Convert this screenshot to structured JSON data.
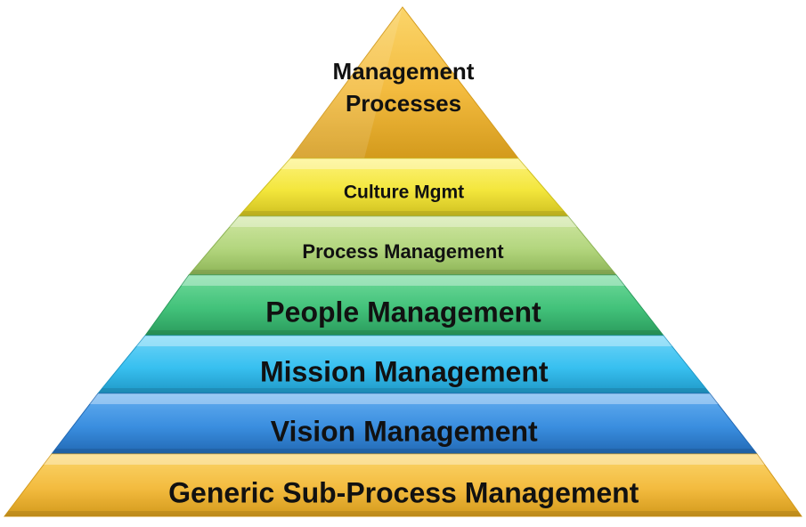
{
  "layers": [
    {
      "label_lines": [
        "Management",
        "Processes"
      ],
      "color_light": "#fbd56a",
      "color_main": "#f3bb3f",
      "color_dark": "#d39a1c"
    },
    {
      "label_lines": [
        "Culture Mgmt"
      ],
      "color_light": "#fdf27a",
      "color_main": "#f3e63c",
      "color_dark": "#cfc020"
    },
    {
      "label_lines": [
        "Process Management"
      ],
      "color_light": "#cfe6a2",
      "color_main": "#b3d67e",
      "color_dark": "#8db456"
    },
    {
      "label_lines": [
        "People Management"
      ],
      "color_light": "#6fd99a",
      "color_main": "#42c27a",
      "color_dark": "#2a9a5c"
    },
    {
      "label_lines": [
        "Mission Management"
      ],
      "color_light": "#6ed4f7",
      "color_main": "#38c0f0",
      "color_dark": "#1f98c7"
    },
    {
      "label_lines": [
        "Vision Management"
      ],
      "color_light": "#64aef0",
      "color_main": "#3a8edf",
      "color_dark": "#2269b4"
    },
    {
      "label_lines": [
        "Generic Sub-Process Management"
      ],
      "color_light": "#fbd56a",
      "color_main": "#f3bb3f",
      "color_dark": "#d39a1c"
    }
  ]
}
